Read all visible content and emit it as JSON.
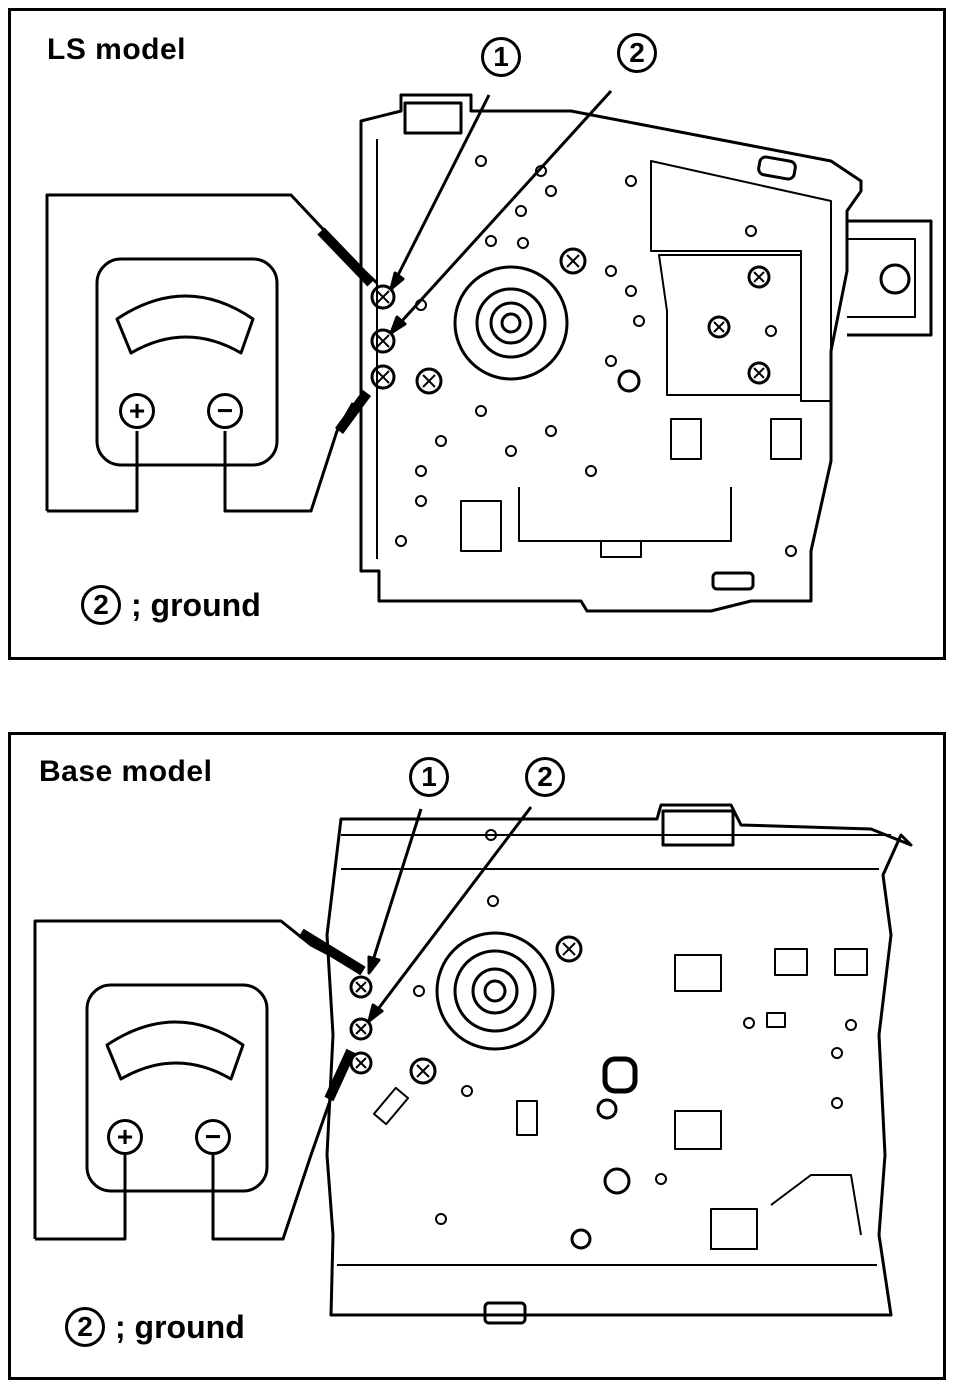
{
  "ls": {
    "title": "LS model",
    "callout_1": "1",
    "callout_2": "2",
    "legend_num": "2",
    "legend_text": "; ground",
    "meter_plus": "+",
    "meter_minus": "−"
  },
  "base": {
    "title": "Base model",
    "callout_1": "1",
    "callout_2": "2",
    "legend_num": "2",
    "legend_text": "; ground",
    "meter_plus": "+",
    "meter_minus": "−"
  }
}
